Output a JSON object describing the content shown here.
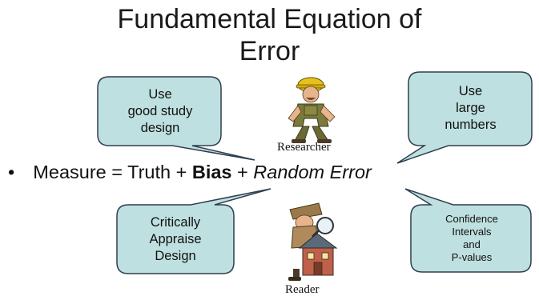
{
  "title": {
    "line1": "Fundamental Equation of",
    "line2": "Error"
  },
  "equation": {
    "bullet": "•",
    "prefix": "Measure = Truth + ",
    "bias": "Bias",
    "plus": " + ",
    "random": "Random Error"
  },
  "callouts": {
    "top_left": [
      "Use",
      "good study",
      "design"
    ],
    "top_right": [
      "Use",
      "large",
      "numbers"
    ],
    "bottom_left": [
      "Critically",
      "Appraise",
      "Design"
    ],
    "bottom_right": [
      "Confidence",
      "Intervals",
      "and",
      "P-values"
    ]
  },
  "figures": {
    "researcher_label": "Researcher",
    "reader_label": "Reader"
  },
  "colors": {
    "bubble_fill": "#bfe0e0",
    "bubble_stroke": "#2f3f4f"
  }
}
